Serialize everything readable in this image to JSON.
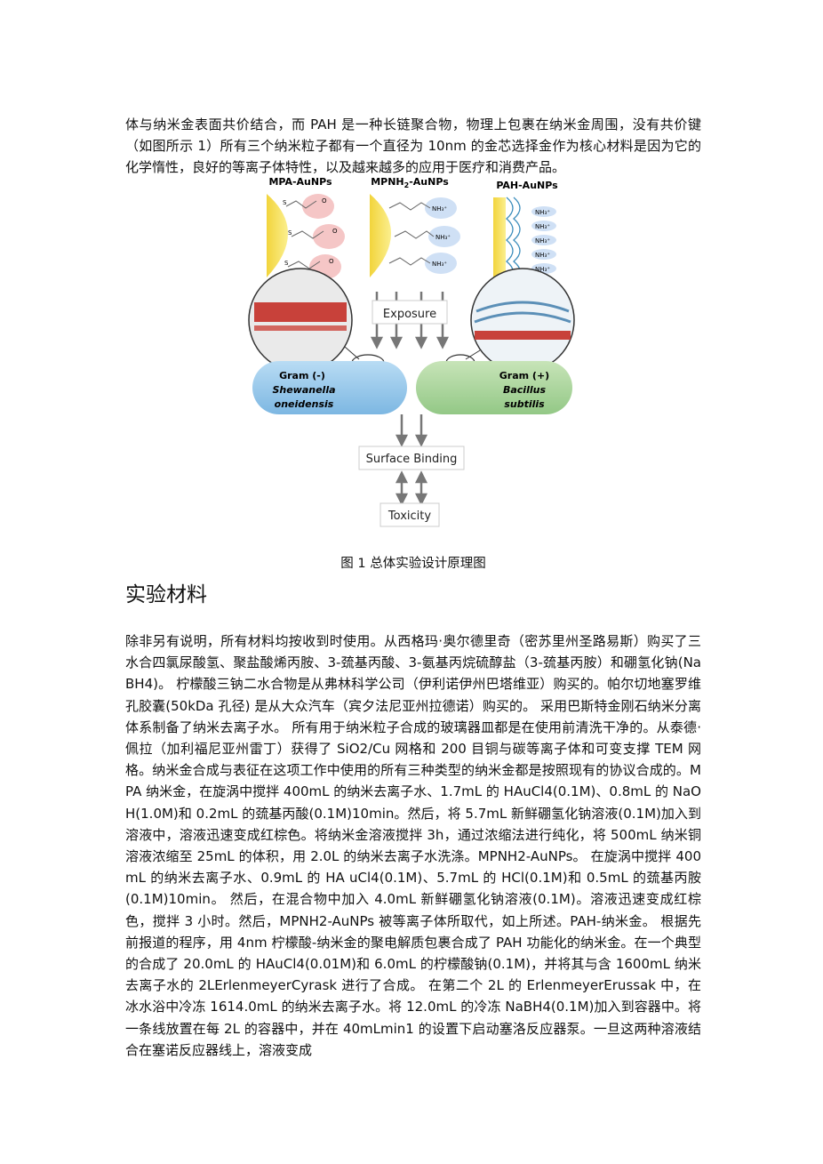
{
  "intro": "体与纳米金表面共价结合，而 PAH 是一种长链聚合物，物理上包裹在纳米金周围，没有共价键（如图所示 1）所有三个纳米粒子都有一个直径为 10nm 的金芯选择金作为核心材料是因为它的化学惰性，良好的等离子体特性，以及越来越多的应用于医疗和消费产品。",
  "figure": {
    "panel_mpa_title": "MPA-AuNPs",
    "panel_mpnh2_title": "MPNH",
    "panel_mpnh2_sub": "2",
    "panel_mpnh2_suffix": "-AuNPs",
    "panel_pah_title": "PAH-AuNPs",
    "exposure_label": "Exposure",
    "cell_left_line1": "Gram (-)",
    "cell_left_line2": "Shewanella",
    "cell_left_line3": "oneidensis",
    "cell_right_line1": "Gram (+)",
    "cell_right_line2": "Bacillus",
    "cell_right_line3": "subtilis",
    "surface_binding_label": "Surface Binding",
    "toxicity_label": "Toxicity",
    "ligand_mpa": "O",
    "ligand_mpnh2": "NH₃⁺",
    "ligand_s": "S"
  },
  "caption": "图 1 总体实验设计原理图",
  "section_heading": "实验材料",
  "body": "除非另有说明，所有材料均按收到时使用。从西格玛·奥尔德里奇（密苏里州圣路易斯）购买了三水合四氯尿酸氢、聚盐酸烯丙胺、3-巯基丙酸、3-氨基丙烷硫醇盐（3-巯基丙胺）和硼氢化钠(NaBH4)。 柠檬酸三钠二水合物是从弗林科学公司（伊利诺伊州巴塔维亚）购买的。帕尔切地塞罗维孔胶囊(50kDa 孔径) 是从大众汽车（宾夕法尼亚州拉德诺）购买的。 采用巴斯特金刚石纳米分离体系制备了纳米去离子水。 所有用于纳米粒子合成的玻璃器皿都是在使用前清洗干净的。从泰德·佩拉（加利福尼亚州雷丁）获得了 SiO2/Cu 网格和 200 目铜与碳等离子体和可变支撑 TEM 网格。纳米金合成与表征在这项工作中使用的所有三种类型的纳米金都是按照现有的协议合成的。MPA 纳米金，在旋涡中搅拌 400mL 的纳米去离子水、1.7mL 的 HAuCl4(0.1M)、0.8mL 的 NaOH(1.0M)和 0.2mL 的巯基丙酸(0.1M)10min。然后，将 5.7mL 新鲜硼氢化钠溶液(0.1M)加入到溶液中，溶液迅速变成红棕色。将纳米金溶液搅拌 3h，通过浓缩法进行纯化，将 500mL 纳米铜溶液浓缩至 25mL 的体积，用 2.0L 的纳米去离子水洗涤。MPNH2-AuNPs。 在旋涡中搅拌 400mL 的纳米去离子水、0.9mL 的 HA uCl4(0.1M)、5.7mL 的 HCl(0.1M)和 0.5mL 的巯基丙胺(0.1M)10min。 然后，在混合物中加入 4.0mL 新鲜硼氢化钠溶液(0.1M)。溶液迅速变成红棕色，搅拌 3 小时。然后，MPNH2-AuNPs 被等离子体所取代，如上所述。PAH-纳米金。 根据先前报道的程序，用 4nm 柠檬酸-纳米金的聚电解质包裹合成了 PAH 功能化的纳米金。在一个典型的合成了 20.0mL 的 HAuCl4(0.01M)和 6.0mL 的柠檬酸钠(0.1M)，并将其与含 1600mL 纳米去离子水的 2LErlenmeyerCyrask 进行了合成。 在第二个 2L 的 ErlenmeyerErussak 中，在冰水浴中冷冻 1614.0mL 的纳米去离子水。将 12.0mL 的冷冻 NaBH4(0.1M)加入到容器中。将一条线放置在每 2L 的容器中，并在 40mLmin1 的设置下启动塞洛反应器泵。一旦这两种溶液结合在塞诺反应器线上，溶液变成",
  "colors": {
    "gold": "#f7e35a",
    "mpa_ligand": "#f5c6c6",
    "mpnh2_ligand": "#cfe0f5",
    "gram_neg_cell": "#8fc3e8",
    "gram_pos_cell": "#a9d49a",
    "arrow": "#777777"
  }
}
